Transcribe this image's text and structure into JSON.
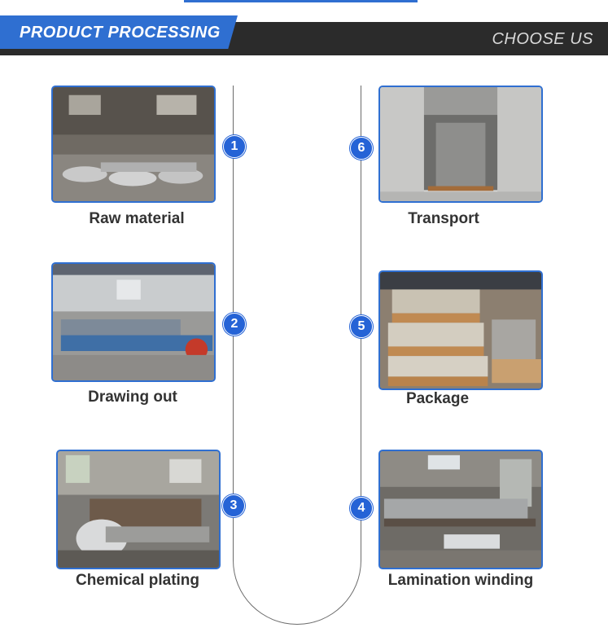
{
  "header": {
    "title": "PRODUCT PROCESSING",
    "right_text": "CHOOSE US"
  },
  "steps": [
    {
      "number": "1",
      "label": "Raw material"
    },
    {
      "number": "2",
      "label": "Drawing out"
    },
    {
      "number": "3",
      "label": "Chemical plating"
    },
    {
      "number": "4",
      "label": "Lamination winding"
    },
    {
      "number": "5",
      "label": "Package"
    },
    {
      "number": "6",
      "label": "Transport"
    }
  ],
  "colors": {
    "accent": "#2f6fd1",
    "banner_dark": "#2b2b2b",
    "badge": "#2563d6"
  }
}
